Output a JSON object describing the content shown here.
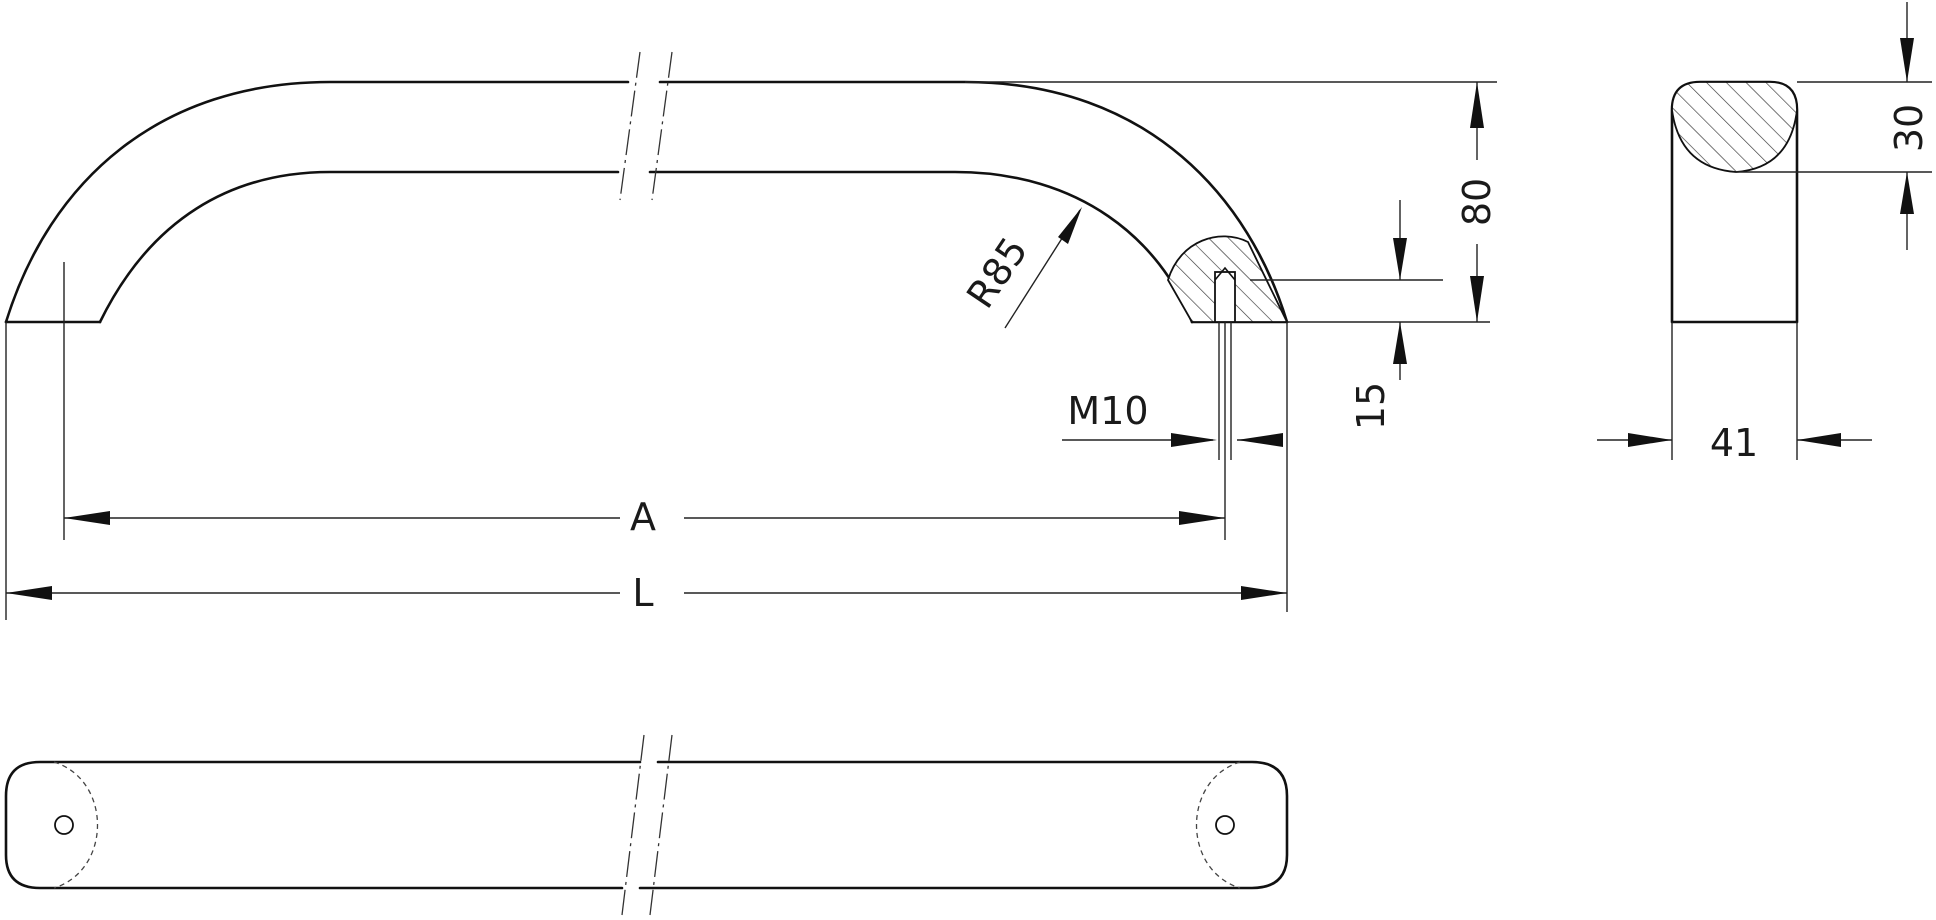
{
  "drawing": {
    "dimensions": {
      "a": "A",
      "l": "L",
      "radius": "R85",
      "thread": "M10",
      "height": "80",
      "insert_depth": "15",
      "thickness": "30",
      "width": "41"
    }
  }
}
